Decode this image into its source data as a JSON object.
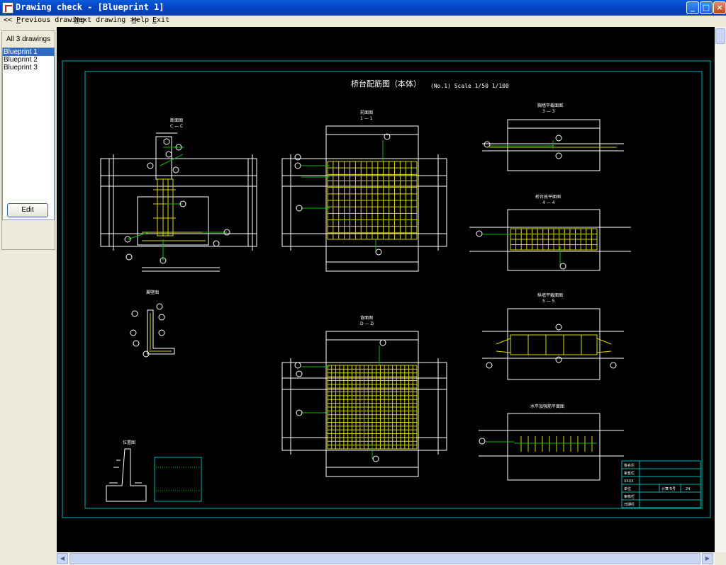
{
  "window": {
    "title": "Drawing check - [Blueprint 1]",
    "buttons": {
      "minimize": "_",
      "maximize": "□",
      "close": "×"
    }
  },
  "menu": {
    "items": [
      {
        "prefix": "<< ",
        "key": "P",
        "rest": "revious drawing"
      },
      {
        "prefix": "",
        "key": "N",
        "rest": "ext drawing >>"
      },
      {
        "prefix": "",
        "key": "H",
        "rest": "elp"
      },
      {
        "prefix": "",
        "key": "E",
        "rest": "xit"
      }
    ]
  },
  "left_panel": {
    "all_button": "All 3 drawings",
    "drawings": [
      "Blueprint 1",
      "Blueprint 2",
      "Blueprint 3"
    ],
    "selected_index": 0,
    "edit_button": "Edit"
  },
  "drawing": {
    "title": "桥台配筋图（本体）",
    "subtitle": "(No.1) Scale  1/50  1/100",
    "views": {
      "left_section": "断面图",
      "left_section_mark": "C — C",
      "front_view": "前面图",
      "front_view_mark": "1 — 1",
      "rear_view": "背面图",
      "rear_view_mark": "D — D",
      "side_wall": "翼壁图",
      "location": "位置图",
      "top_plan": "胸墙平截面图",
      "top_plan_mark": "3 — 3",
      "footing_plan": "桥台底平面图",
      "footing_plan_mark": "4 — 4",
      "mid_plan": "纵墙平截面图",
      "mid_plan_mark": "5 — 5",
      "bottom_plan": "水平加强筋平面图"
    },
    "title_block": {
      "rows": [
        "签名栏",
        "审查栏",
        "XXXX",
        "单位",
        "审核栏",
        "日期栏"
      ],
      "sheet_name": "计算书号",
      "sheet_no": "24"
    },
    "colors": {
      "frame": "#00b4b4",
      "outline": "#ffffff",
      "rebar": "#d8d800",
      "leader": "#00c000"
    }
  }
}
